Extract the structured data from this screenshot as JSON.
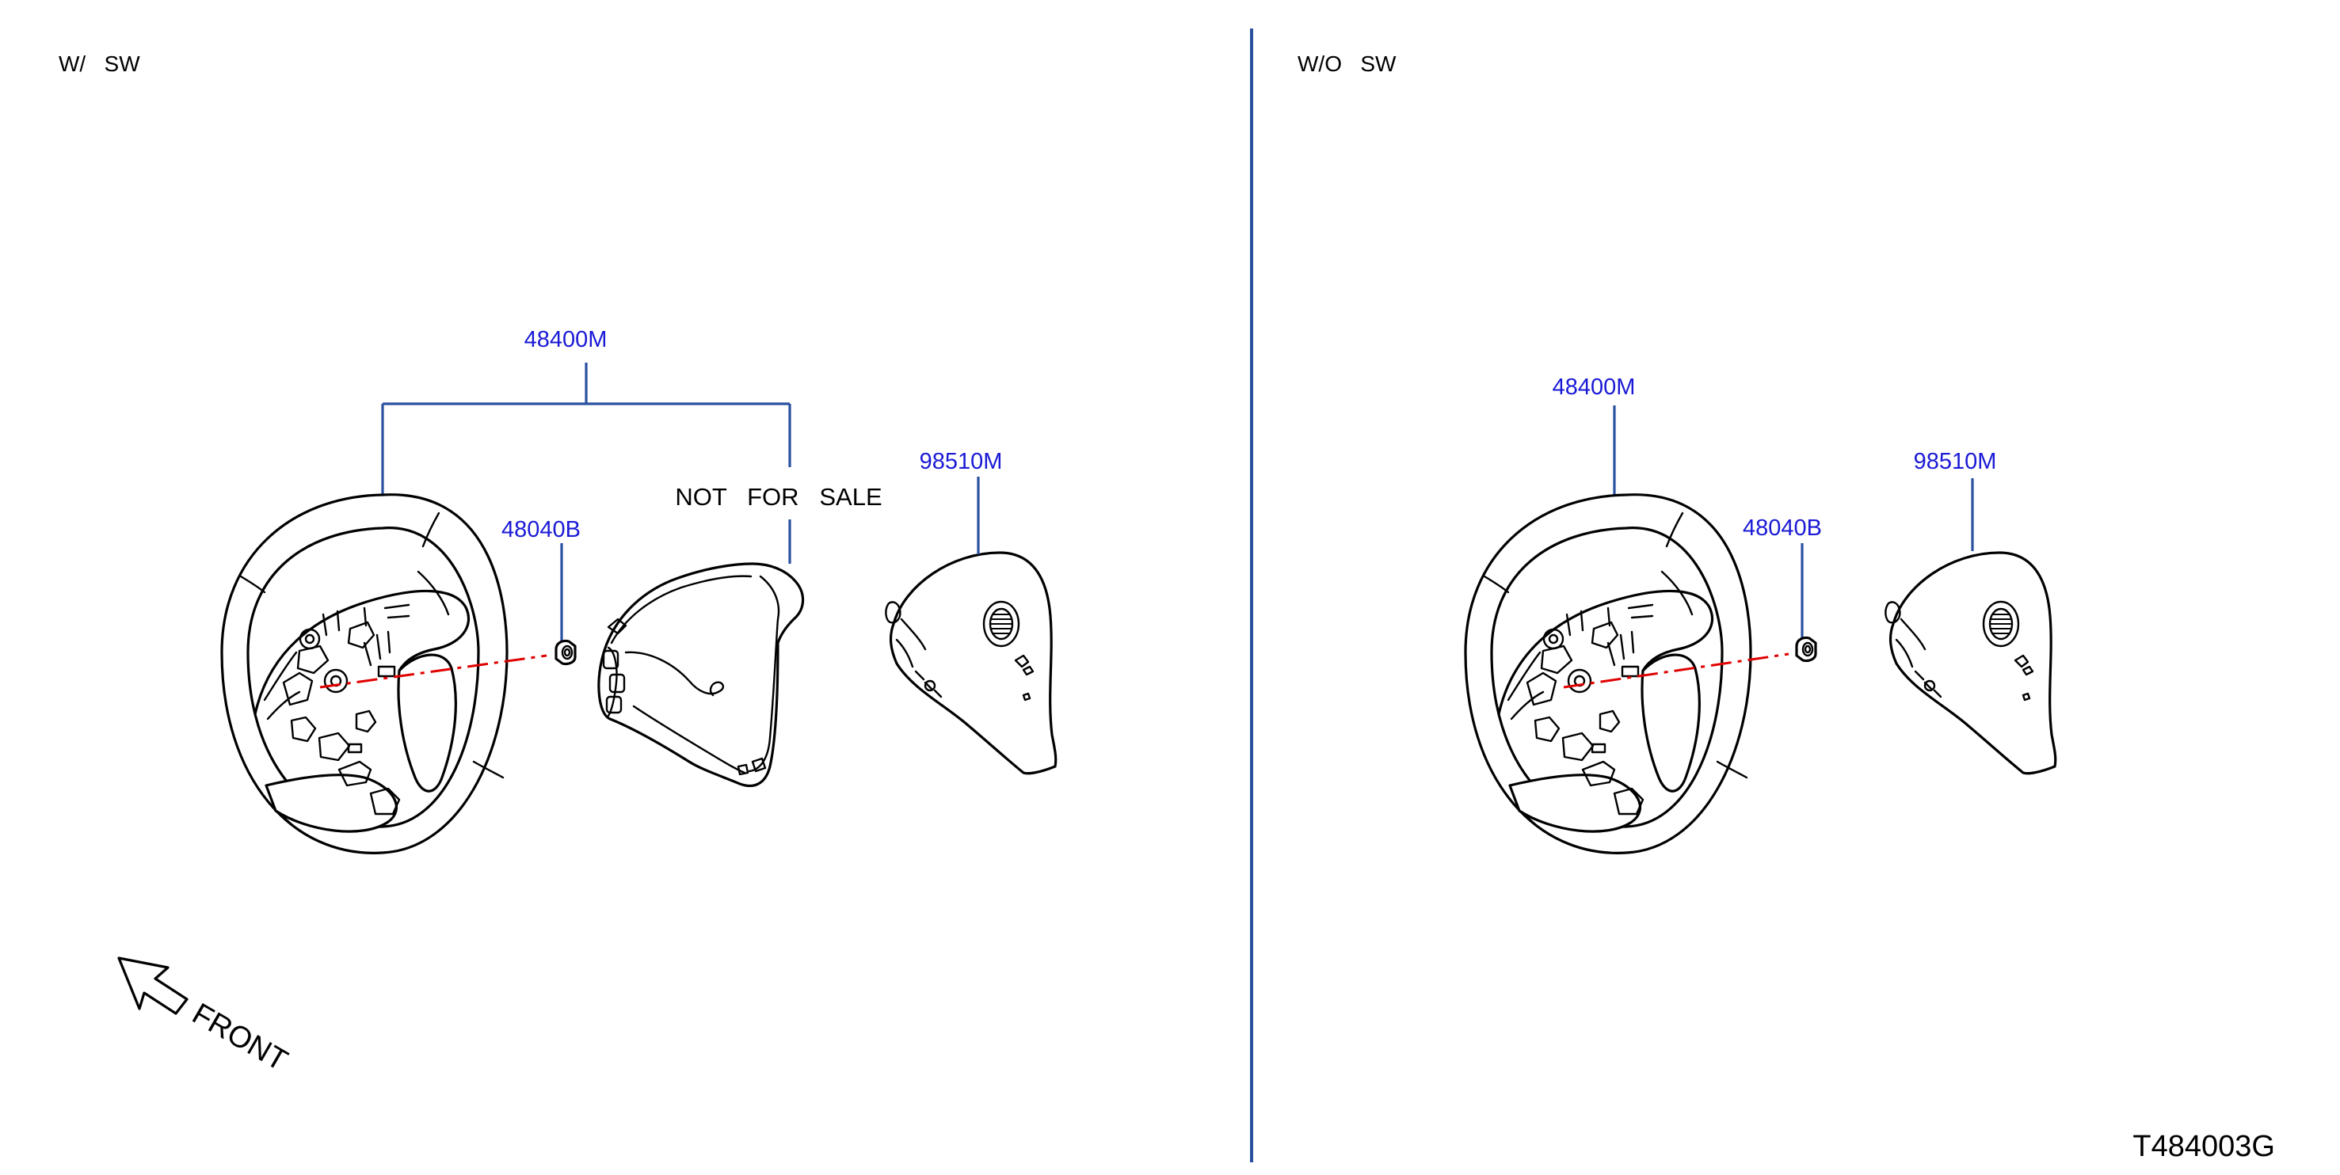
{
  "colors": {
    "part_number": "#1a1ad6",
    "leader_line": "#2a50a0",
    "axis_line": "#e00000",
    "divider": "#2a50a0",
    "outline": "#000000"
  },
  "left_panel": {
    "section_label": "W/   SW",
    "wheel_part": "48400M",
    "nut_part": "48040B",
    "airbag_part": "98510M",
    "note": "NOT   FOR   SALE"
  },
  "right_panel": {
    "section_label": "W/O   SW",
    "wheel_part": "48400M",
    "nut_part": "48040B",
    "airbag_part": "98510M"
  },
  "front_label": "FRONT",
  "figure_id": "T484003G",
  "icons": [
    "front-direction-arrow-icon"
  ]
}
